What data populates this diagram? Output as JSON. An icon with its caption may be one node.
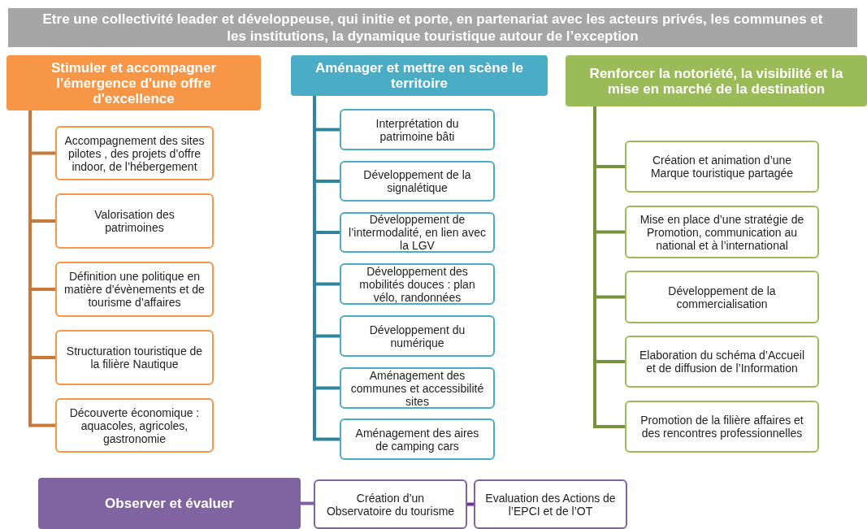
{
  "diagram": {
    "title": "Etre une collectivité leader et développeuse, qui initie et porte, en partenariat avec les acteurs privés, les communes et les institutions, la dynamique touristique autour de l’exception",
    "nodes": [
      {
        "text": [
          "Stimuler et accompagner l'émergence d'une offre d'excellence"
        ]
      },
      {
        "text": [
          "Accompagnement des sites pilotes , des projets d’offre indoor, de l’hébergement"
        ]
      },
      {
        "text": [
          "Valorisation des patrimoines"
        ]
      },
      {
        "text": [
          "Définition une politique en matière d’évènements et de tourisme d’affaires"
        ]
      },
      {
        "text": [
          "Structuration touristique de la filière Nautique"
        ]
      },
      {
        "text": [
          "Découverte économique : aquacoles, agricoles, gastronomie"
        ]
      },
      {
        "text": [
          "Aménager et mettre en scène le territoire"
        ]
      },
      {
        "text": [
          "Interprétation du patrimoine bâti"
        ]
      },
      {
        "text": [
          "Développement de la signalétique"
        ]
      },
      {
        "text": [
          "Développement de l’intermodalité, en lien avec la LGV"
        ]
      },
      {
        "text": [
          "Développement des mobilités douces : plan vélo, randonnées"
        ]
      },
      {
        "text": [
          "Développement du numérique"
        ]
      },
      {
        "text": [
          "Aménagement des communes et accessibilité sites"
        ]
      },
      {
        "text": [
          "Aménagement des aires de camping cars"
        ]
      },
      {
        "text": [
          "Renforcer la notoriété, la visibilité et la mise en marché de la destination"
        ]
      },
      {
        "text": [
          "Création et animation d’une Marque touristique partagée"
        ]
      },
      {
        "text": [
          "Mise en place d’une stratégie de Promotion, communication au national et à l’international"
        ]
      },
      {
        "text": [
          "Développement de la commercialisation"
        ]
      },
      {
        "text": [
          "Elaboration du schéma d’Accueil et de diffusion de l’Information"
        ]
      },
      {
        "text": [
          "Promotion de la filière affaires et des  rencontres professionnelles"
        ]
      },
      {
        "text": [
          "Observer et évaluer"
        ]
      },
      {
        "text": [
          "Création d’un Observatoire du tourisme"
        ]
      },
      {
        "text": [
          "Evaluation  des  Actions de l’EPCI et de l’OT"
        ]
      }
    ],
    "edges": [
      {
        "from": 0,
        "to": 1,
        "arrow": "none",
        "color": "#c8783a"
      },
      {
        "from": 0,
        "to": 2,
        "arrow": "none",
        "color": "#c8783a"
      },
      {
        "from": 0,
        "to": 3,
        "arrow": "none",
        "color": "#c8783a"
      },
      {
        "from": 0,
        "to": 4,
        "arrow": "none",
        "color": "#c8783a"
      },
      {
        "from": 0,
        "to": 5,
        "arrow": "none",
        "color": "#c8783a"
      },
      {
        "from": 6,
        "to": 7,
        "arrow": "none",
        "color": "#31849b"
      },
      {
        "from": 6,
        "to": 8,
        "arrow": "none",
        "color": "#31849b"
      },
      {
        "from": 6,
        "to": 9,
        "arrow": "none",
        "color": "#31849b"
      },
      {
        "from": 6,
        "to": 10,
        "arrow": "none",
        "color": "#31849b"
      },
      {
        "from": 6,
        "to": 11,
        "arrow": "none",
        "color": "#31849b"
      },
      {
        "from": 6,
        "to": 12,
        "arrow": "none",
        "color": "#31849b"
      },
      {
        "from": 6,
        "to": 13,
        "arrow": "none",
        "color": "#31849b"
      },
      {
        "from": 14,
        "to": 15,
        "arrow": "none",
        "color": "#77933c"
      },
      {
        "from": 14,
        "to": 16,
        "arrow": "none",
        "color": "#77933c"
      },
      {
        "from": 14,
        "to": 17,
        "arrow": "none",
        "color": "#77933c"
      },
      {
        "from": 14,
        "to": 18,
        "arrow": "none",
        "color": "#77933c"
      },
      {
        "from": 14,
        "to": 19,
        "arrow": "none",
        "color": "#77933c"
      },
      {
        "from": 20,
        "to": 21,
        "arrow": "none",
        "color": "#7f5fa0"
      },
      {
        "from": 21,
        "to": 22,
        "arrow": "none",
        "color": "#7030a0"
      }
    ]
  }
}
